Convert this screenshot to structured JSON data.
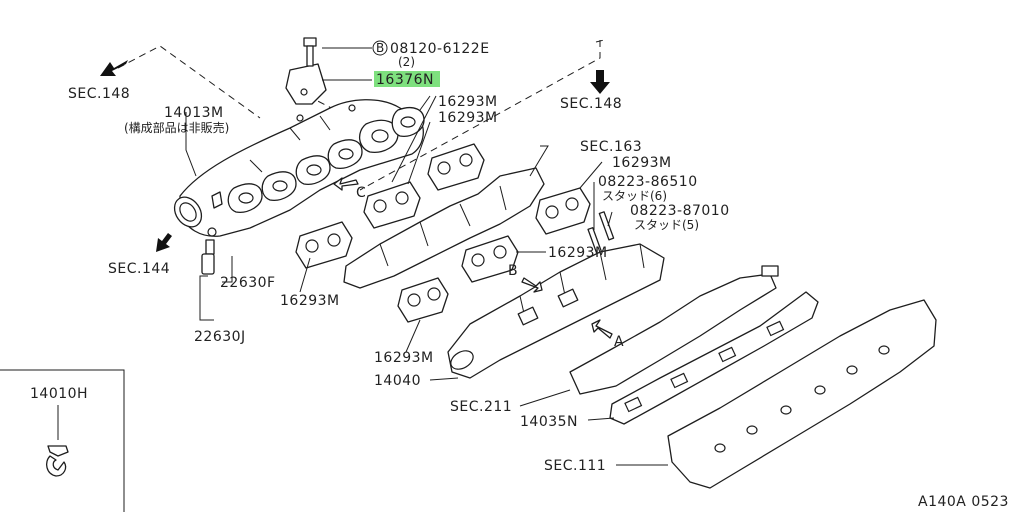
{
  "highlight_color": "#7ee07e",
  "labels": {
    "sec148_left": "SEC.148",
    "sec148_right": "SEC.148",
    "sec144": "SEC.144",
    "sec163": "SEC.163",
    "sec211": "SEC.211",
    "sec111": "SEC.111",
    "p14013m": "14013M",
    "p14013m_note": "(構成部品は非販売)",
    "bolt_b": "B",
    "bolt_num": "08120-6122E",
    "bolt_qty": "(2)",
    "p16376n": "16376N",
    "g16293m_a": "16293M",
    "g16293m_b": "16293M",
    "g16293m_c": "16293M",
    "g16293m_d": "16293M",
    "g16293m_e": "16293M",
    "g16293m_f": "16293M",
    "stud1_num": "08223-86510",
    "stud1_note": "スタッド(6)",
    "stud2_num": "08223-87010",
    "stud2_note": "スタッド(5)",
    "p22630f": "22630F",
    "p22630j": "22630J",
    "p14040": "14040",
    "p14035n": "14035N",
    "p14010h": "14010H",
    "view_a": "A",
    "view_b": "B",
    "view_c": "C",
    "ref_code": "A140A 0523"
  }
}
